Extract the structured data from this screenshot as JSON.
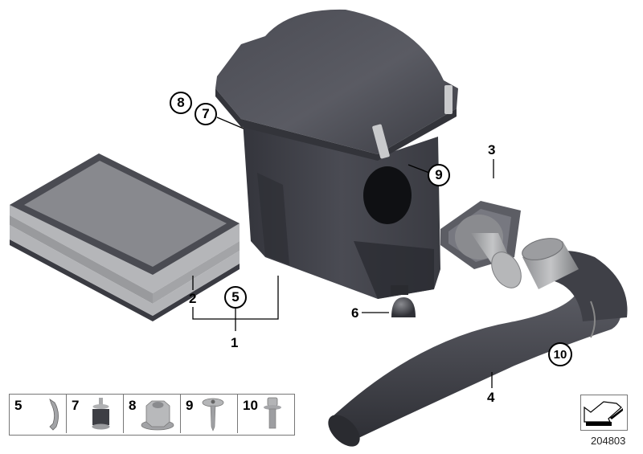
{
  "diagram": {
    "title": "Air filter housing / intake silencer assembly (exploded parts diagram)",
    "document_number": "204803",
    "callouts": [
      {
        "id": "1",
        "style": "plain",
        "part": "intake silencer assembly"
      },
      {
        "id": "2",
        "style": "plain",
        "part": "filter element"
      },
      {
        "id": "3",
        "style": "plain",
        "part": "intake flange/adapter"
      },
      {
        "id": "4",
        "style": "plain",
        "part": "intake duct hose"
      },
      {
        "id": "5",
        "style": "circled",
        "part": "clip"
      },
      {
        "id": "6",
        "style": "plain",
        "part": "rubber cap"
      },
      {
        "id": "7",
        "style": "circled",
        "part": "rubber mount"
      },
      {
        "id": "8",
        "style": "circled",
        "part": "collar nut"
      },
      {
        "id": "9",
        "style": "circled",
        "part": "screw"
      },
      {
        "id": "10",
        "style": "circled",
        "part": "hose clamp / bolt"
      }
    ],
    "legend": [
      {
        "num": "5",
        "icon": "clip-icon"
      },
      {
        "num": "7",
        "icon": "rubber-mount-icon"
      },
      {
        "num": "8",
        "icon": "hex-nut-icon"
      },
      {
        "num": "9",
        "icon": "screw-icon"
      },
      {
        "num": "10",
        "icon": "bolt-icon"
      }
    ],
    "nav_icon": "arrow-back-icon",
    "colors": {
      "part_dark": "#3c3d44",
      "part_mid": "#55565e",
      "part_light": "#8a8b90",
      "filter_side": "#b5b6b9",
      "metal": "#a8a9ab",
      "line": "#000000",
      "background": "#ffffff"
    }
  }
}
